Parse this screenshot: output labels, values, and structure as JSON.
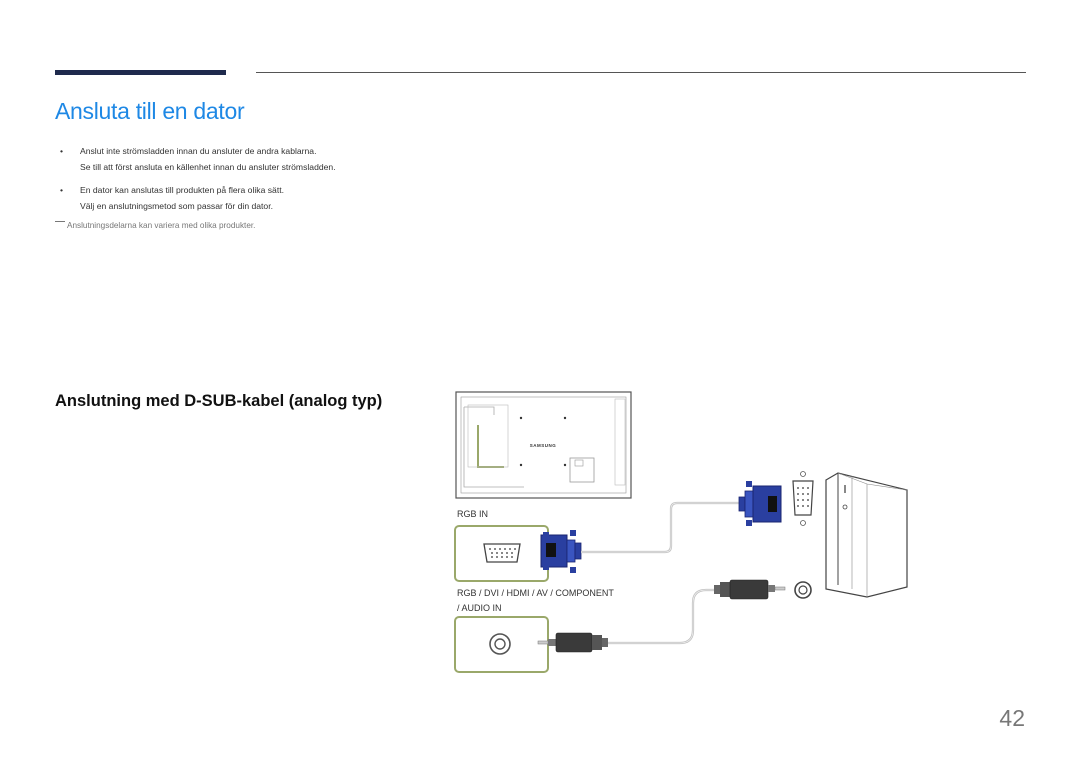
{
  "page": {
    "title": "Ansluta till en dator",
    "bullets": [
      {
        "lines": [
          "Anslut inte strömsladden innan du ansluter de andra kablarna.",
          "Se till att först ansluta en källenhet innan du ansluter strömsladden."
        ]
      },
      {
        "lines": [
          "En dator kan anslutas till produkten på flera olika sätt.",
          "Välj en anslutningsmetod som passar för din dator."
        ]
      }
    ],
    "bullet_symbol": "•",
    "note": "Anslutningsdelarna kan variera med olika produkter.",
    "section_title": "Anslutning med D-SUB-kabel (analog typ)",
    "page_number": "42"
  },
  "diagram": {
    "brand_text": "SAMSUNG",
    "port_label_rgb": "RGB IN",
    "port_label_audio_line1": "RGB / DVI / HDMI / AV / COMPONENT",
    "port_label_audio_line2": "/ AUDIO IN"
  },
  "colors": {
    "title_blue": "#1e88e5",
    "rule_navy": "#1f2a4d",
    "port_frame_green": "#9aa86a",
    "connector_blue": "#2a3fa0"
  }
}
